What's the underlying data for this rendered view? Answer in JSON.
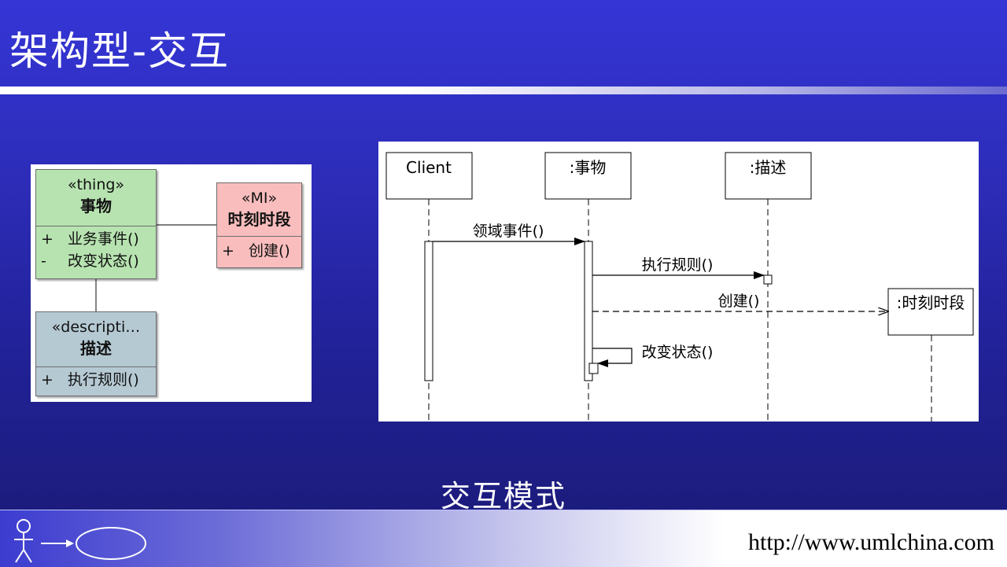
{
  "slide": {
    "title": "架构型-交互",
    "caption": "交互模式",
    "footer_url": "http://www.umlchina.com"
  },
  "class_diagram": {
    "thing": {
      "stereotype": "«thing»",
      "name": "事物",
      "operations": [
        {
          "visibility": "+",
          "label": "业务事件()"
        },
        {
          "visibility": "-",
          "label": "改变状态()"
        }
      ],
      "fill": "#b7e3b0"
    },
    "mi": {
      "stereotype": "«MI»",
      "name": "时刻时段",
      "operations": [
        {
          "visibility": "+",
          "label": "创建()"
        }
      ],
      "fill": "#f9bdbd"
    },
    "description": {
      "stereotype": "«descripti…",
      "name": "描述",
      "operations": [
        {
          "visibility": "+",
          "label": "执行规则()"
        }
      ],
      "fill": "#b5c9d3"
    }
  },
  "sequence_diagram": {
    "lifelines": [
      "Client",
      ":事物",
      ":描述",
      ":时刻时段"
    ],
    "messages": [
      {
        "label": "领域事件()",
        "from": "Client",
        "to": ":事物",
        "kind": "sync"
      },
      {
        "label": "执行规则()",
        "from": ":事物",
        "to": ":描述",
        "kind": "sync"
      },
      {
        "label": "创建()",
        "from": ":事物",
        "to": ":时刻时段",
        "kind": "create"
      },
      {
        "label": "改变状态()",
        "from": ":事物",
        "to": ":事物",
        "kind": "self"
      }
    ]
  }
}
